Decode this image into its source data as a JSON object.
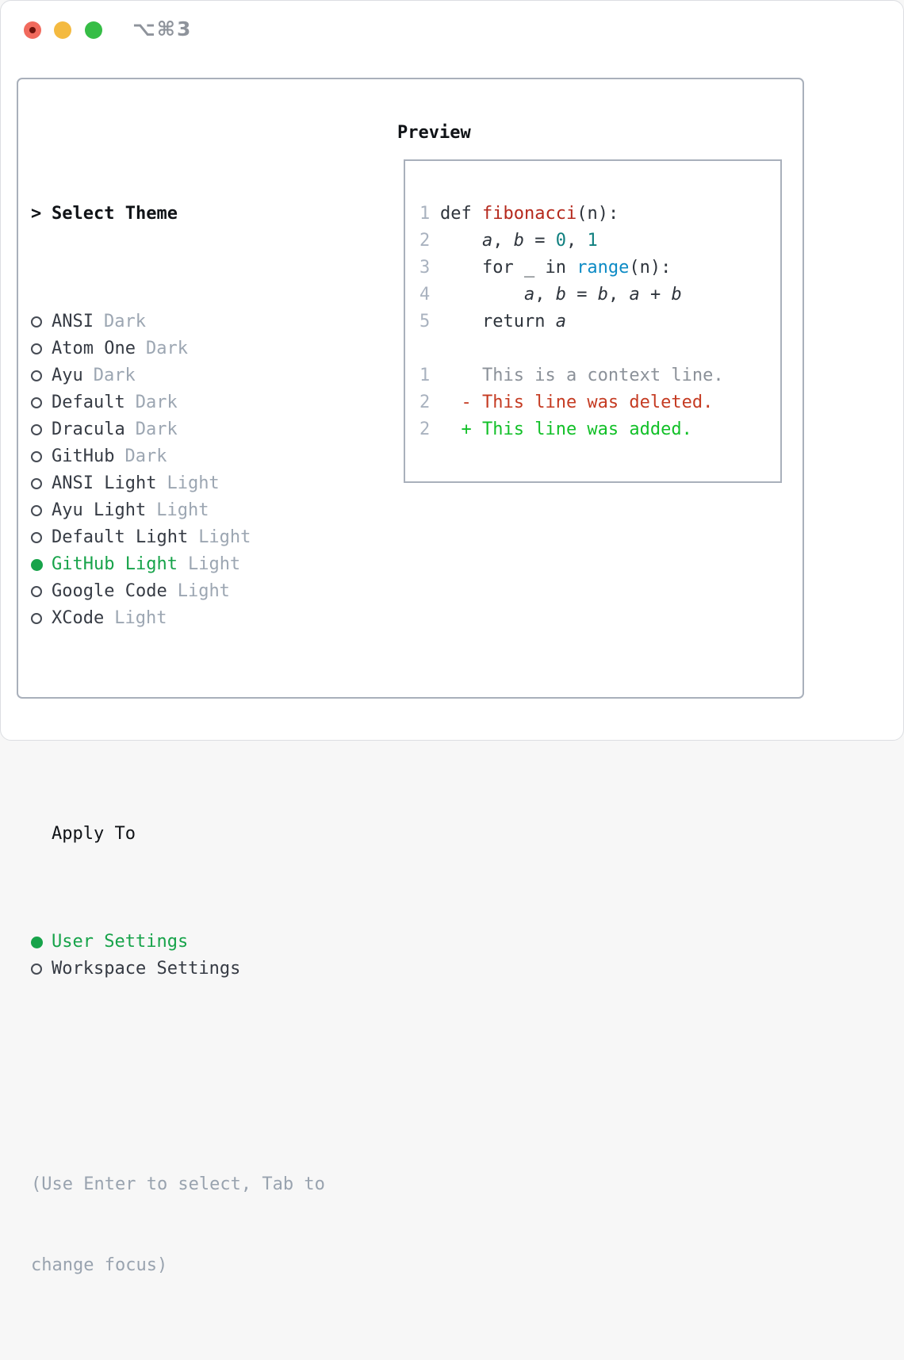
{
  "window": {
    "title": "⌥⌘3"
  },
  "colors": {
    "accent_green": "#17a34a",
    "muted": "#9ca6b2",
    "text_dark": "#363b44",
    "heading": "#101317",
    "border": "#a9b0bb",
    "linenum": "#a9b2bf",
    "code_fg": "#2e343c",
    "code_func": "#b5291d",
    "code_number": "#0f7f7f",
    "code_builtin": "#0d8bc5",
    "diff_context": "#8b9199",
    "diff_deleted": "#c53b22",
    "diff_added": "#12c028",
    "help_text": "#99a3af",
    "titlebar_text": "#8e939b",
    "radio_outline": "#464b54",
    "light_red": "#f16a5d",
    "light_red_dot": "#6d120b",
    "light_yellow": "#f4ba40",
    "light_green": "#36bd46"
  },
  "sidebar": {
    "prompt_marker": ">",
    "header": "Select Theme",
    "themes": [
      {
        "name": "ANSI",
        "variant": "Dark",
        "selected": false
      },
      {
        "name": "Atom One",
        "variant": "Dark",
        "selected": false
      },
      {
        "name": "Ayu",
        "variant": "Dark",
        "selected": false
      },
      {
        "name": "Default",
        "variant": "Dark",
        "selected": false
      },
      {
        "name": "Dracula",
        "variant": "Dark",
        "selected": false
      },
      {
        "name": "GitHub",
        "variant": "Dark",
        "selected": false
      },
      {
        "name": "ANSI Light",
        "variant": "Light",
        "selected": false
      },
      {
        "name": "Ayu Light",
        "variant": "Light",
        "selected": false
      },
      {
        "name": "Default Light",
        "variant": "Light",
        "selected": false
      },
      {
        "name": "GitHub Light",
        "variant": "Light",
        "selected": true
      },
      {
        "name": "Google Code",
        "variant": "Light",
        "selected": false
      },
      {
        "name": "XCode",
        "variant": "Light",
        "selected": false
      }
    ],
    "apply_to": {
      "header": "Apply To",
      "options": [
        {
          "label": "User Settings",
          "selected": true
        },
        {
          "label": "Workspace Settings",
          "selected": false
        }
      ]
    },
    "help_lines": [
      "(Use Enter to select, Tab to",
      "change focus)"
    ]
  },
  "preview": {
    "title": "Preview",
    "lines": [
      {
        "num": "1",
        "tokens": [
          {
            "t": "def ",
            "c": "fg"
          },
          {
            "t": "fibonacci",
            "c": "func"
          },
          {
            "t": "(n):",
            "c": "fg"
          }
        ]
      },
      {
        "num": "2",
        "tokens": [
          {
            "t": "    ",
            "c": "fg"
          },
          {
            "t": "a",
            "c": "var"
          },
          {
            "t": ", ",
            "c": "fg"
          },
          {
            "t": "b",
            "c": "var"
          },
          {
            "t": " = ",
            "c": "fg"
          },
          {
            "t": "0",
            "c": "num"
          },
          {
            "t": ", ",
            "c": "fg"
          },
          {
            "t": "1",
            "c": "num"
          }
        ]
      },
      {
        "num": "3",
        "tokens": [
          {
            "t": "    for _ in ",
            "c": "fg"
          },
          {
            "t": "range",
            "c": "builtin"
          },
          {
            "t": "(n):",
            "c": "fg"
          }
        ]
      },
      {
        "num": "4",
        "tokens": [
          {
            "t": "        ",
            "c": "fg"
          },
          {
            "t": "a",
            "c": "var"
          },
          {
            "t": ", ",
            "c": "fg"
          },
          {
            "t": "b",
            "c": "var"
          },
          {
            "t": " = ",
            "c": "fg"
          },
          {
            "t": "b",
            "c": "var"
          },
          {
            "t": ", ",
            "c": "fg"
          },
          {
            "t": "a",
            "c": "var"
          },
          {
            "t": " + ",
            "c": "fg"
          },
          {
            "t": "b",
            "c": "var"
          }
        ]
      },
      {
        "num": "5",
        "tokens": [
          {
            "t": "    return ",
            "c": "fg"
          },
          {
            "t": "a",
            "c": "var"
          }
        ]
      },
      {
        "num": "",
        "tokens": []
      },
      {
        "num": "1",
        "tokens": [
          {
            "t": "    This is a context line.",
            "c": "ctx"
          }
        ]
      },
      {
        "num": "2",
        "tokens": [
          {
            "t": "  - This line was deleted.",
            "c": "del"
          }
        ]
      },
      {
        "num": "2",
        "tokens": [
          {
            "t": "  + This line was added.",
            "c": "add"
          }
        ]
      }
    ]
  }
}
